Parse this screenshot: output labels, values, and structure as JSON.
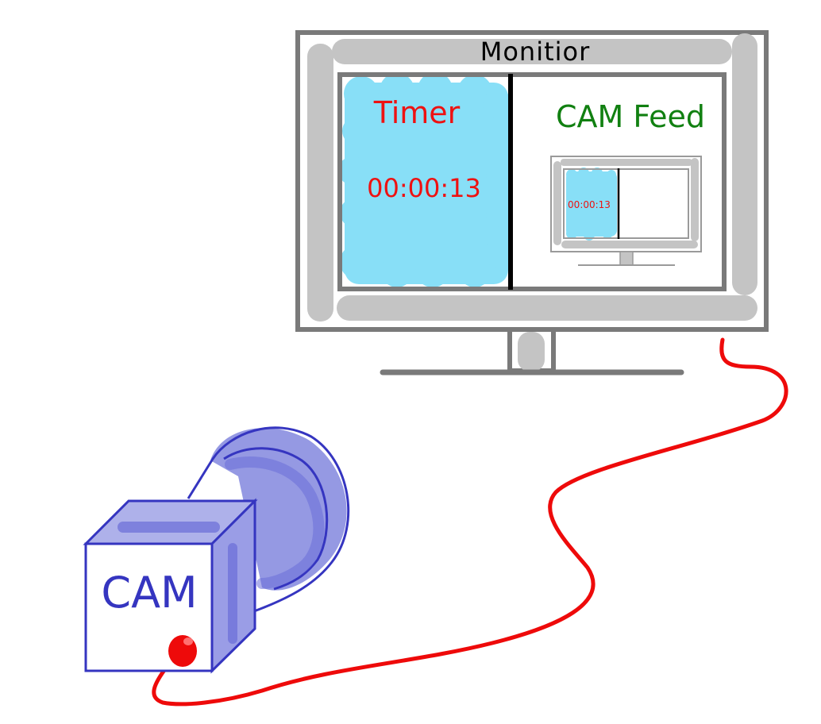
{
  "monitor": {
    "title": "Monitior",
    "left_panel": {
      "title": "Timer",
      "time": "00:00:13"
    },
    "right_panel": {
      "title": "CAM Feed"
    },
    "nested_preview": {
      "time": "00:00:13"
    }
  },
  "camera": {
    "label": "CAM"
  },
  "colors": {
    "timer_text": "#ee1111",
    "feed_text": "#118011",
    "cam_blue": "#3535c0",
    "cam_fill": "#8a8ee0",
    "cable": "#ee0a0a",
    "timer_bg": "#88dff7",
    "frame_gray": "#7a7a7a",
    "bezel_gray": "#c4c4c4"
  }
}
